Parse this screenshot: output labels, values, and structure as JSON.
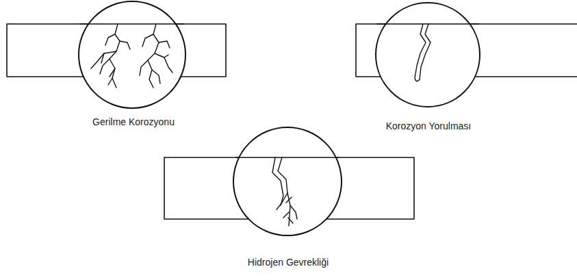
{
  "diagram": {
    "labels": [
      "Gerilme Korozyonu",
      "Korozyon Yorulması",
      "Hidrojen Gevrekliği"
    ]
  }
}
